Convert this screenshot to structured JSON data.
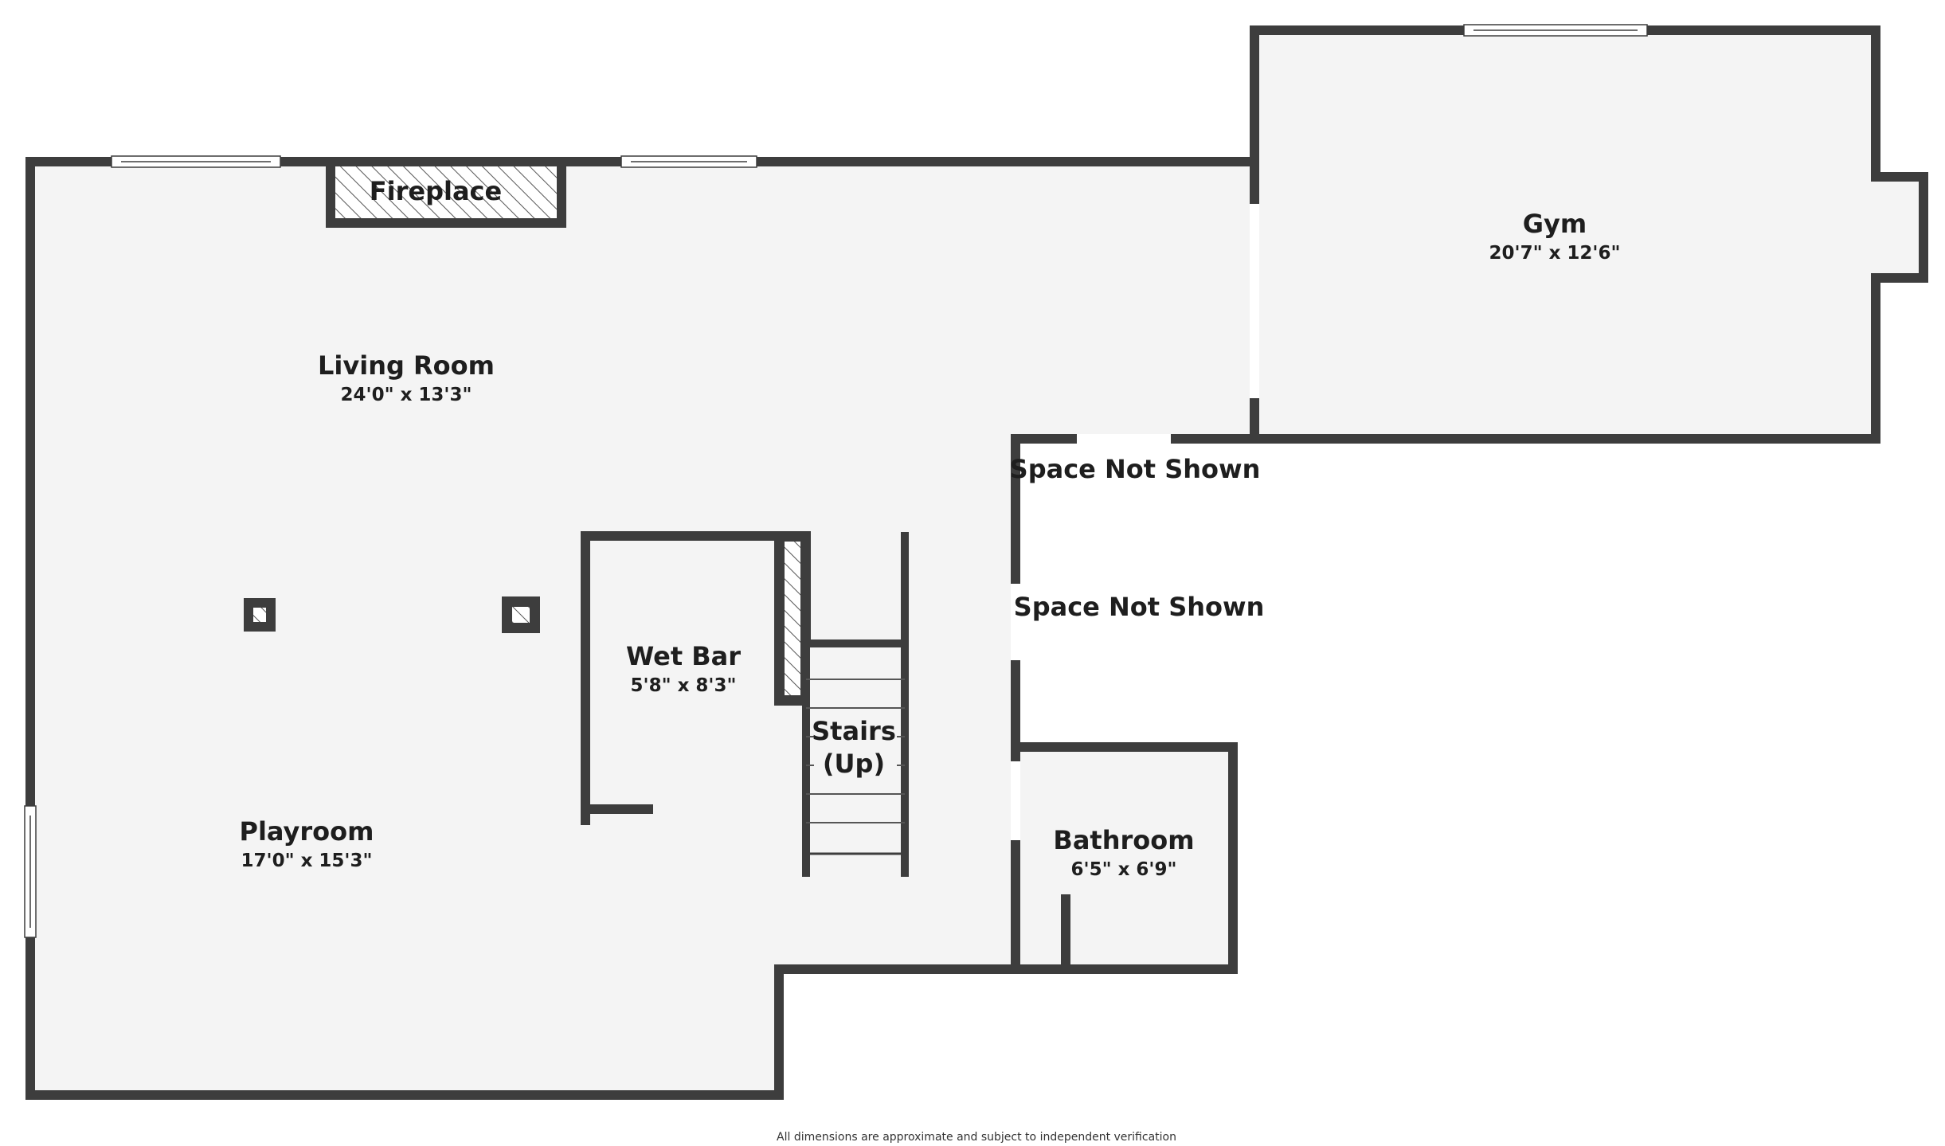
{
  "plan": {
    "rooms": [
      {
        "id": "living-room",
        "name": "Living Room",
        "dimensions": "24'0\" x 13'3\""
      },
      {
        "id": "gym",
        "name": "Gym",
        "dimensions": "20'7\" x 12'6\""
      },
      {
        "id": "wet-bar",
        "name": "Wet Bar",
        "dimensions": "5'8\" x 8'3\""
      },
      {
        "id": "playroom",
        "name": "Playroom",
        "dimensions": "17'0\" x 15'3\""
      },
      {
        "id": "bathroom",
        "name": "Bathroom",
        "dimensions": "6'5\" x 6'9\""
      }
    ],
    "stairs": {
      "line1": "Stairs",
      "line2": "(Up)"
    },
    "fireplace_label": "Fireplace",
    "unshown_labels": [
      "Space Not Shown",
      "Space Not Shown"
    ],
    "disclaimer": "All dimensions are approximate and subject to independent verification"
  }
}
